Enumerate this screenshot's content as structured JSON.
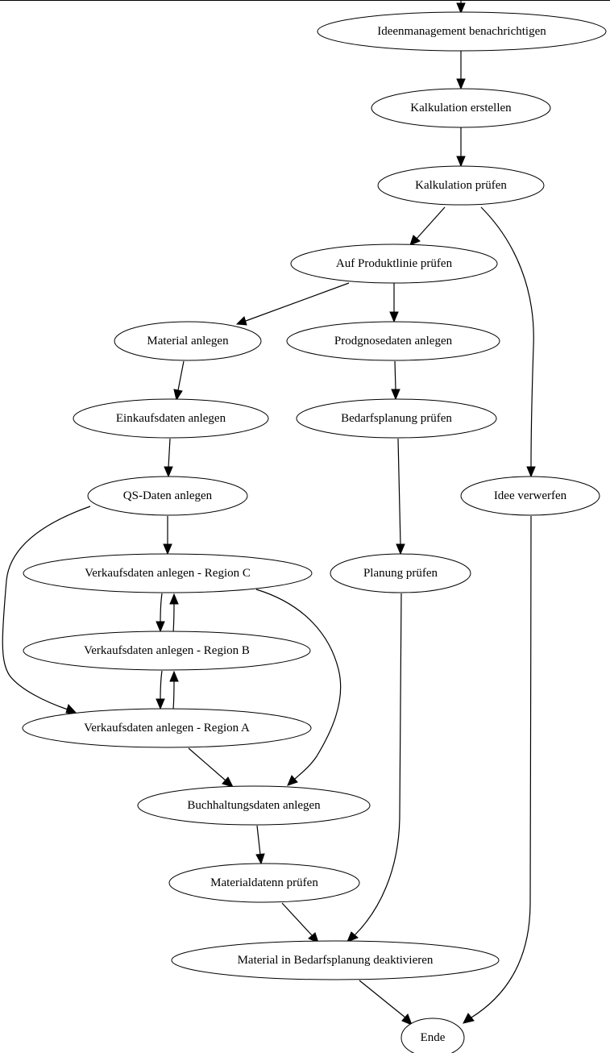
{
  "nodes": {
    "n_ideenmanagement": "Ideenmanagement benachrichtigen",
    "n_kalk_erstellen": "Kalkulation erstellen",
    "n_kalk_pruefen": "Kalkulation prüfen",
    "n_produktlinie": "Auf Produktlinie prüfen",
    "n_material_anlegen": "Material anlegen",
    "n_prognose": "Prodgnosedaten anlegen",
    "n_einkauf": "Einkaufsdaten anlegen",
    "n_bedarfsplanung": "Bedarfsplanung prüfen",
    "n_qs": "QS-Daten anlegen",
    "n_idee_verwerfen": "Idee verwerfen",
    "n_vk_c": "Verkaufsdaten anlegen - Region C",
    "n_planung": "Planung prüfen",
    "n_vk_b": "Verkaufsdaten anlegen - Region B",
    "n_vk_a": "Verkaufsdaten anlegen - Region A",
    "n_buchhaltung": "Buchhaltungsdaten anlegen",
    "n_materialdaten": "Materialdatenn prüfen",
    "n_deaktivieren": "Material in Bedarfsplanung deaktivieren",
    "n_ende": "Ende"
  },
  "edges": [
    {
      "from": "start",
      "to": "n_ideenmanagement"
    },
    {
      "from": "n_ideenmanagement",
      "to": "n_kalk_erstellen"
    },
    {
      "from": "n_kalk_erstellen",
      "to": "n_kalk_pruefen"
    },
    {
      "from": "n_kalk_pruefen",
      "to": "n_produktlinie"
    },
    {
      "from": "n_kalk_pruefen",
      "to": "n_idee_verwerfen"
    },
    {
      "from": "n_produktlinie",
      "to": "n_material_anlegen"
    },
    {
      "from": "n_produktlinie",
      "to": "n_prognose"
    },
    {
      "from": "n_material_anlegen",
      "to": "n_einkauf"
    },
    {
      "from": "n_prognose",
      "to": "n_bedarfsplanung"
    },
    {
      "from": "n_einkauf",
      "to": "n_qs"
    },
    {
      "from": "n_bedarfsplanung",
      "to": "n_planung"
    },
    {
      "from": "n_qs",
      "to": "n_vk_c"
    },
    {
      "from": "n_qs",
      "to": "n_vk_a"
    },
    {
      "from": "n_vk_c",
      "to": "n_vk_b"
    },
    {
      "from": "n_vk_b",
      "to": "n_vk_c"
    },
    {
      "from": "n_vk_b",
      "to": "n_vk_a"
    },
    {
      "from": "n_vk_a",
      "to": "n_vk_b"
    },
    {
      "from": "n_vk_c",
      "to": "n_buchhaltung"
    },
    {
      "from": "n_vk_a",
      "to": "n_buchhaltung"
    },
    {
      "from": "n_buchhaltung",
      "to": "n_materialdaten"
    },
    {
      "from": "n_materialdaten",
      "to": "n_deaktivieren"
    },
    {
      "from": "n_planung",
      "to": "n_deaktivieren"
    },
    {
      "from": "n_deaktivieren",
      "to": "n_ende"
    },
    {
      "from": "n_idee_verwerfen",
      "to": "n_ende"
    }
  ]
}
